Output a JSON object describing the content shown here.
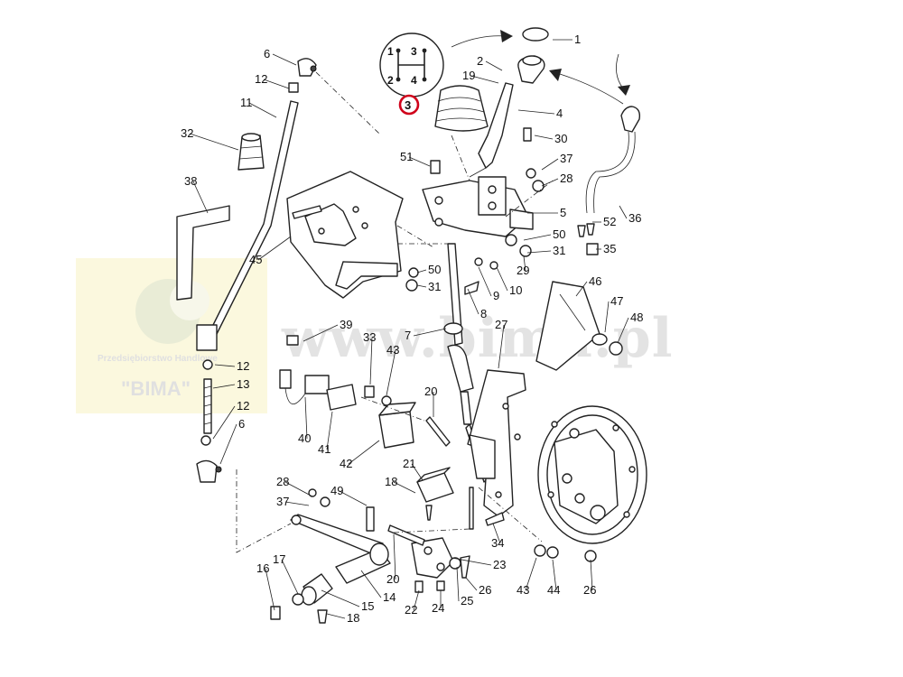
{
  "watermark": {
    "url": "www.bima.pl",
    "company_line": "Przedsiębiorstwo Handlowe",
    "company_name": "\"BIMA\""
  },
  "gear_pattern": {
    "labels": [
      "1",
      "3",
      "2",
      "4"
    ]
  },
  "highlight": {
    "label": "3",
    "color": "#d0021b"
  },
  "callouts": [
    "1",
    "2",
    "19",
    "4",
    "30",
    "37",
    "28",
    "5",
    "36",
    "52",
    "50",
    "31",
    "35",
    "29",
    "10",
    "9",
    "8",
    "51",
    "6",
    "12",
    "11",
    "32",
    "38",
    "45",
    "50",
    "31",
    "46",
    "47",
    "48",
    "39",
    "33",
    "43",
    "7",
    "27",
    "12",
    "13",
    "12",
    "6",
    "40",
    "41",
    "42",
    "20",
    "21",
    "18",
    "28",
    "37",
    "49",
    "20",
    "14",
    "15",
    "17",
    "16",
    "18",
    "22",
    "24",
    "25",
    "26",
    "23",
    "34",
    "43",
    "44",
    "26"
  ]
}
